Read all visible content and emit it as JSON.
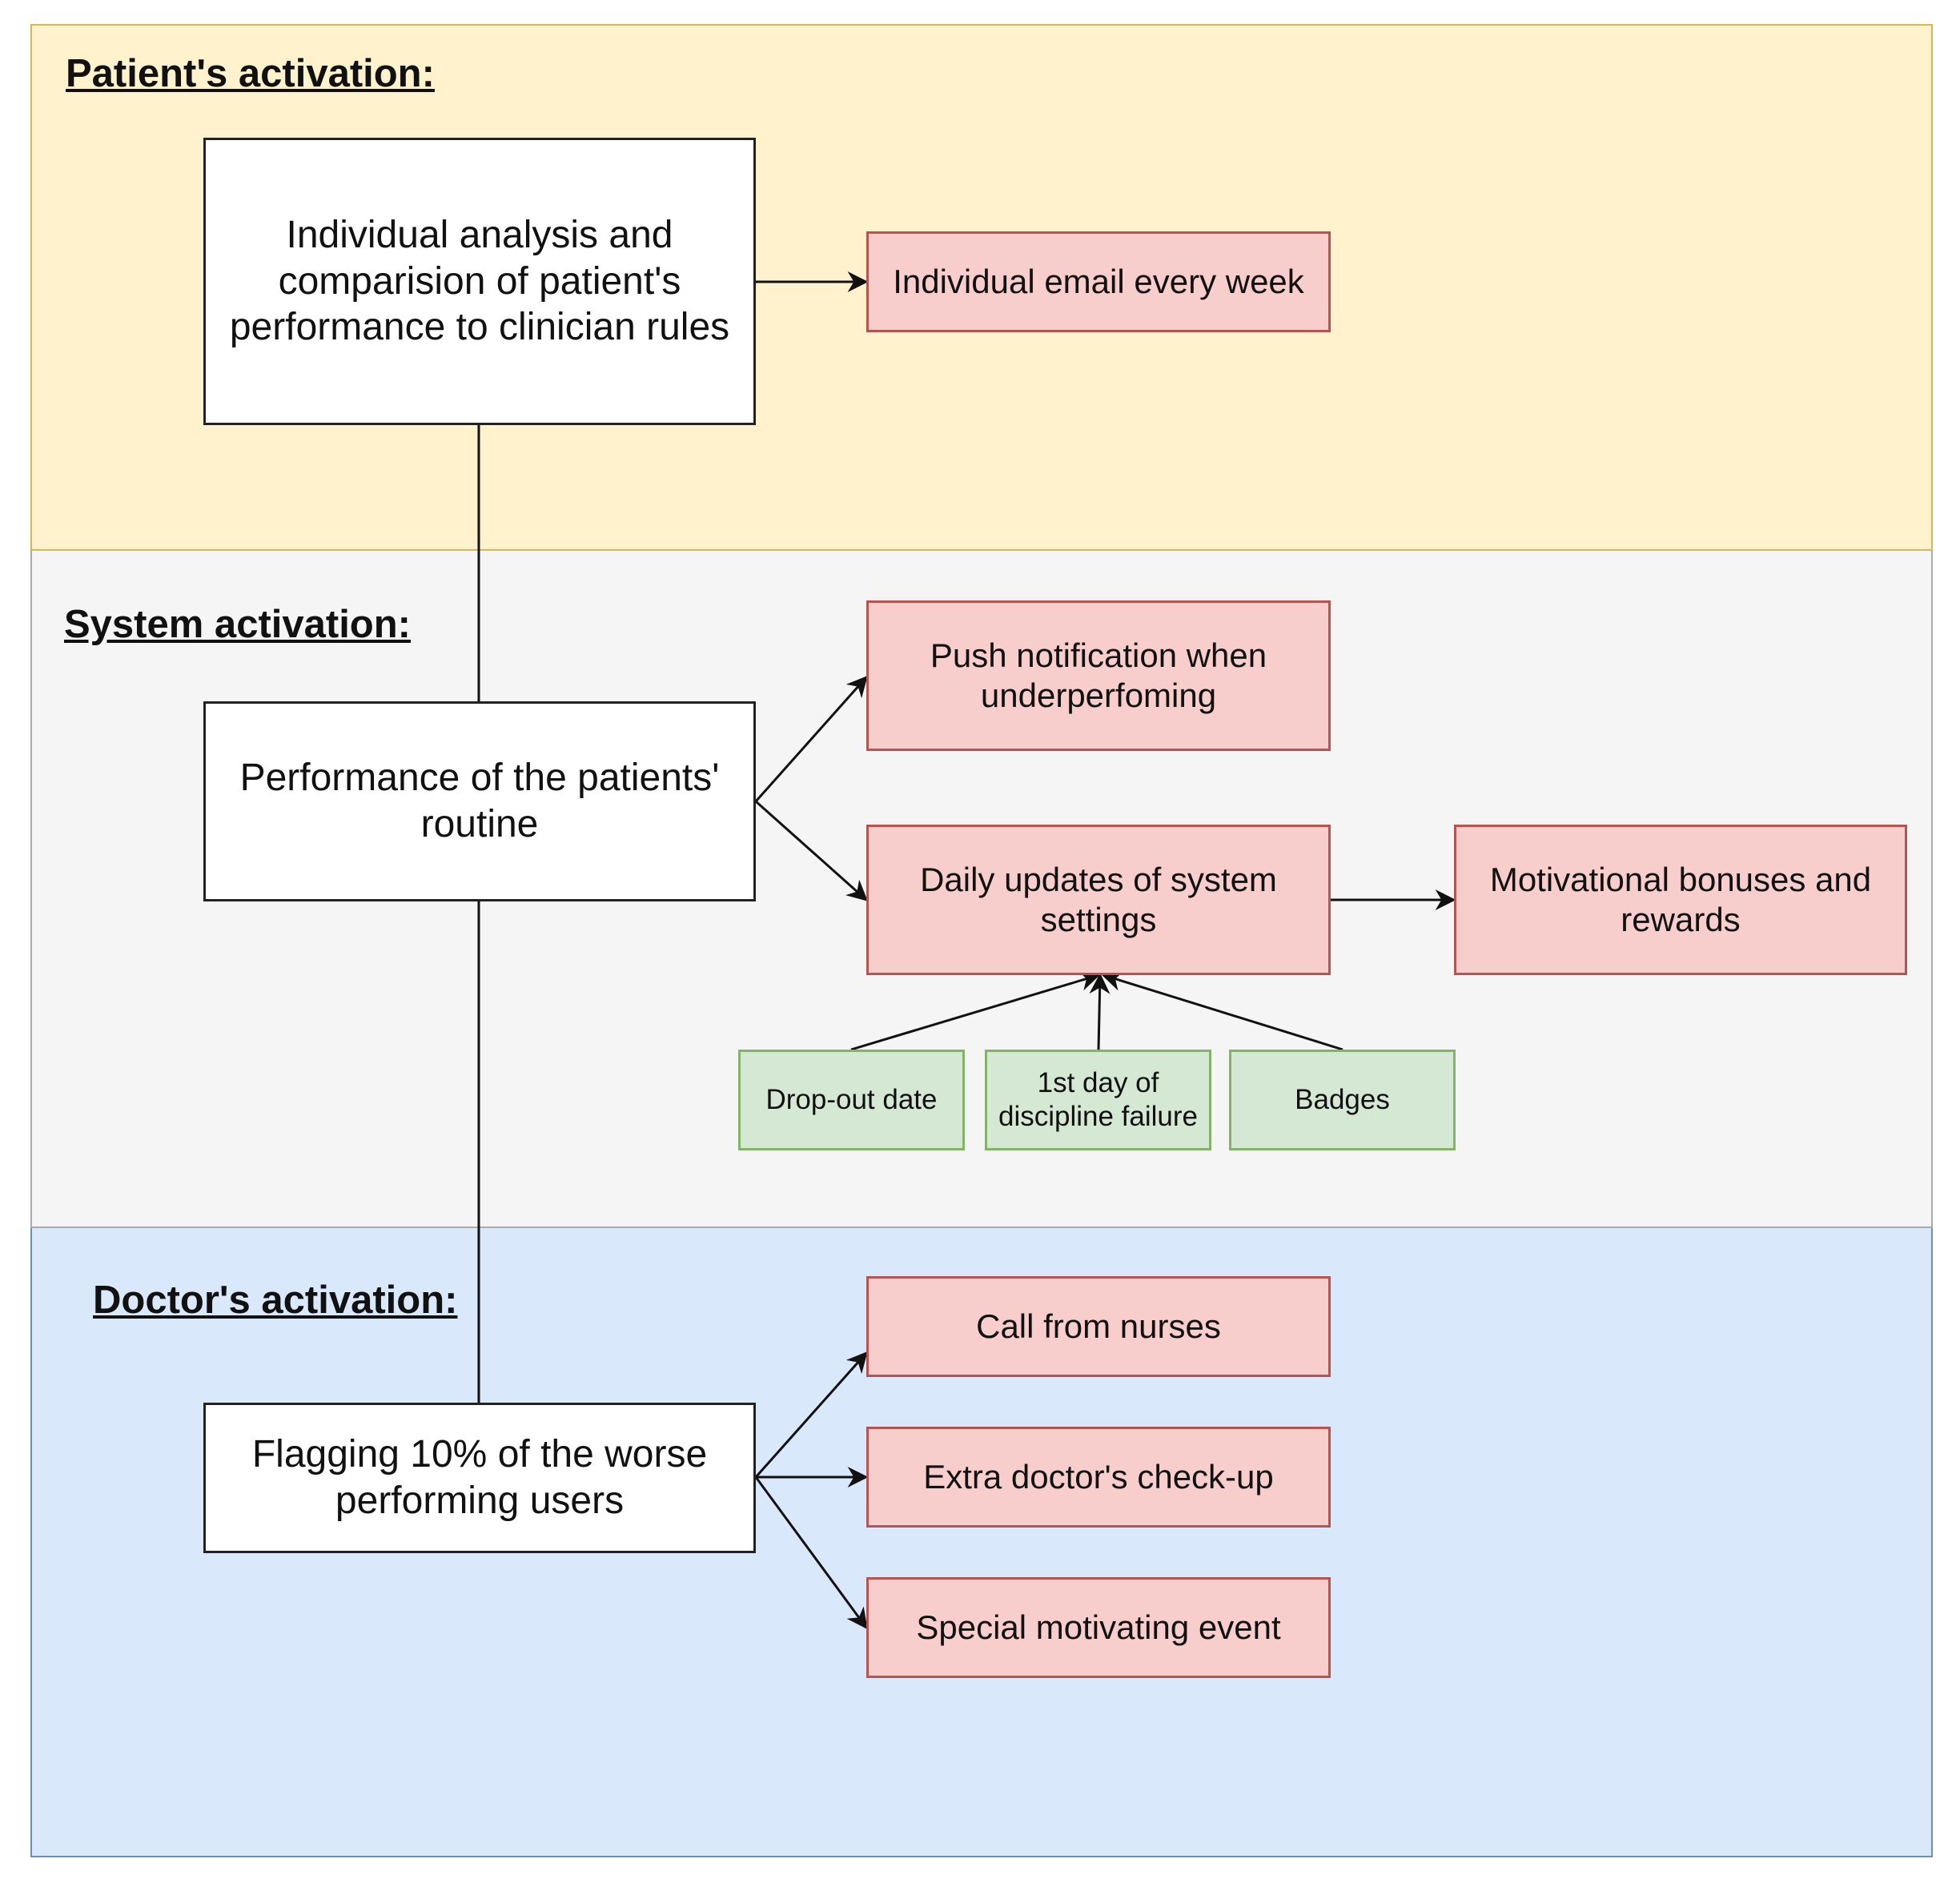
{
  "patient": {
    "title": "Patient's activation:",
    "analysis": "Individual analysis and comparision of patient's performance to clinician rules",
    "email": "Individual email every week"
  },
  "system": {
    "title": "System activation:",
    "performance": "Performance of the patients' routine",
    "push": "Push notification when underperfoming",
    "daily": "Daily updates of system settings",
    "motivational": "Motivational bonuses and rewards",
    "dropout": "Drop-out date",
    "discipline": "1st day of discipline failure",
    "badges": "Badges"
  },
  "doctor": {
    "title": "Doctor's activation:",
    "flagging": "Flagging 10% of the worse performing users",
    "call": "Call from nurses",
    "checkup": "Extra doctor's check-up",
    "special": "Special motivating event"
  },
  "colors": {
    "patient_band": "#fff2cc",
    "system_band": "#f5f5f5",
    "doctor_band": "#dae8fc",
    "action_fill": "#f8cecc",
    "trigger_fill": "#d5e8d4"
  }
}
